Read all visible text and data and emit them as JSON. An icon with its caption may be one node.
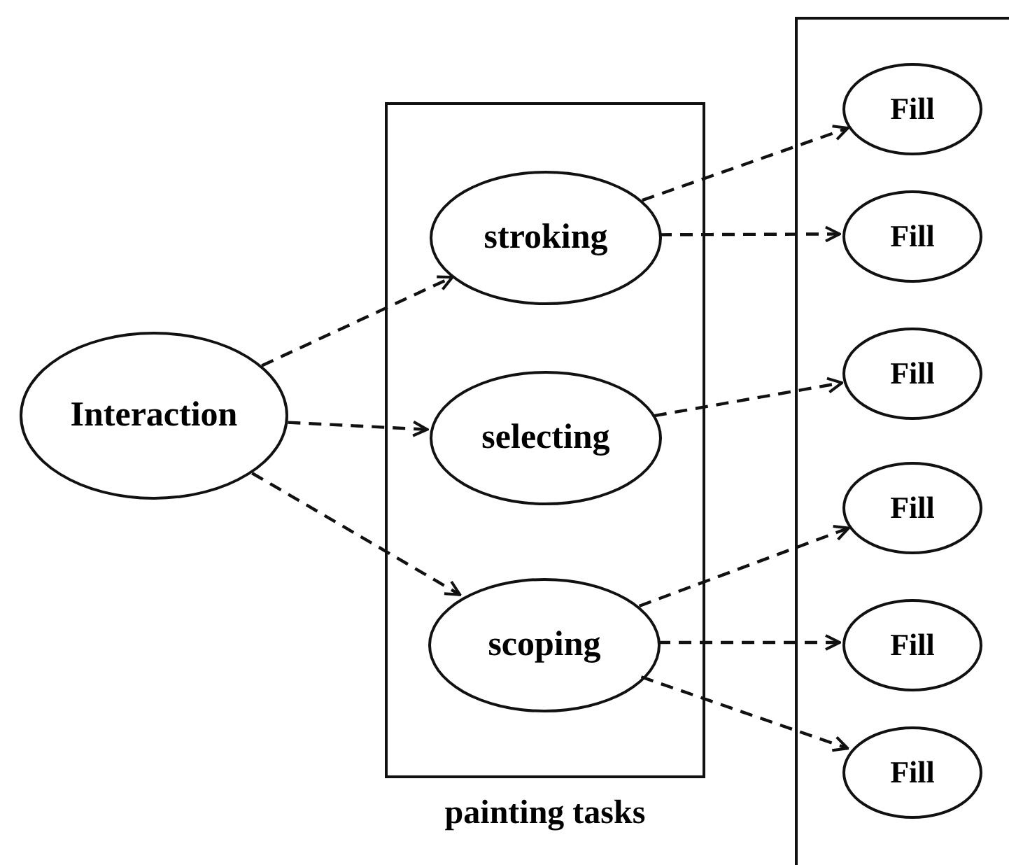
{
  "diagram": {
    "nodes": [
      {
        "text": [
          "Interaction"
        ]
      },
      {
        "text": [
          "painting tasks"
        ]
      },
      {
        "text": [
          "stroking"
        ],
        "in": 1
      },
      {
        "text": [
          "selecting"
        ],
        "in": 1
      },
      {
        "text": [
          "scoping"
        ],
        "in": 1
      },
      {
        "text": [],
        "shape": "box"
      },
      {
        "text": [
          "Fill"
        ],
        "in": 5
      },
      {
        "text": [
          "Fill"
        ],
        "in": 5
      },
      {
        "text": [
          "Fill"
        ],
        "in": 5
      },
      {
        "text": [
          "Fill"
        ],
        "in": 5
      },
      {
        "text": [
          "Fill"
        ],
        "in": 5
      },
      {
        "text": [
          "Fill"
        ],
        "in": 5
      }
    ],
    "edges": [
      {
        "from": 0,
        "to": 2,
        "arrow": "to",
        "style": "dashed"
      },
      {
        "from": 0,
        "to": 3,
        "arrow": "to",
        "style": "dashed"
      },
      {
        "from": 0,
        "to": 4,
        "arrow": "to",
        "style": "dashed"
      },
      {
        "from": 2,
        "to": 6,
        "arrow": "to",
        "style": "dashed"
      },
      {
        "from": 2,
        "to": 7,
        "arrow": "to",
        "style": "dashed"
      },
      {
        "from": 3,
        "to": 8,
        "arrow": "to",
        "style": "dashed"
      },
      {
        "from": 4,
        "to": 9,
        "arrow": "to",
        "style": "dashed"
      },
      {
        "from": 4,
        "to": 10,
        "arrow": "to",
        "style": "dashed"
      },
      {
        "from": 4,
        "to": 11,
        "arrow": "to",
        "style": "dashed"
      }
    ]
  }
}
